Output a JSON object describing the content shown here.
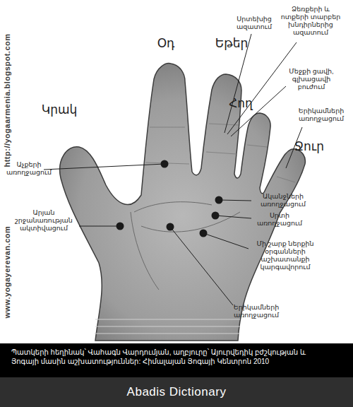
{
  "diagram": {
    "caption": "Պատկերի հեղինակ՝ Վահագն Վարդումյան, աղբյուրը՝ Այուրվեդիկ բժշկության և Յոգայի մասին աշխատություններ: Հիմալայան Յոգայի Կենտրոն 2010",
    "labels": [
      "Օդ",
      "Եթեր",
      "Կրակ",
      "Հող",
      "Ջուր",
      "Սրտեխից ազատում",
      "Ձեռքերի և ոտքերի տարբեր խնդիրներից ազատում",
      "Մեջքի ցավի, գլխացավի բուժում",
      "Երիկամների առողջացում",
      "Աչքերի առողջացում",
      "Արյան շրջանառության ակտիվացում",
      "Ականջների առողջացում",
      "Սրտի առողջացում",
      "Մի շարք ներքին օրգանների աշխատանքի կարգավորում",
      "Երիկամների առողջացում",
      "http://yogaarmenia.blogspot.com",
      "www.yogayerevan.com",
      "Abadis Dictionary"
    ]
  }
}
